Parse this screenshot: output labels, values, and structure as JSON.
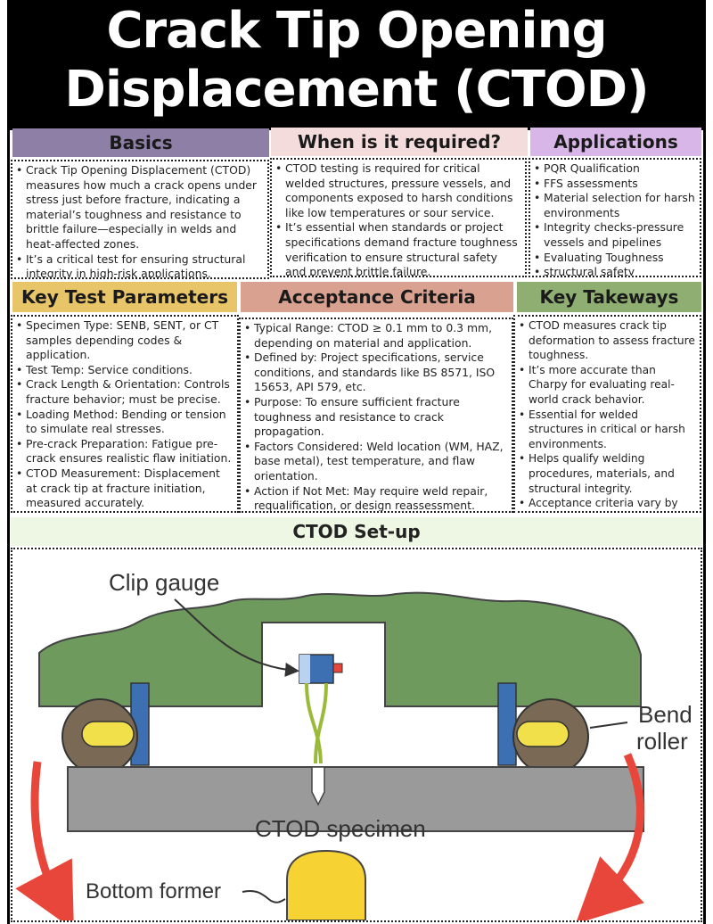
{
  "title": {
    "line1": "Crack Tip Opening",
    "line2": "Displacement (CTOD)"
  },
  "colors": {
    "basics": "#8e7fa6",
    "when_required": "#f4dcdc",
    "applications": "#d8b6e8",
    "key_params": "#e8c569",
    "acceptance": "#d9a190",
    "takeaways": "#8fae72",
    "setup": "#eef6e4",
    "fixture": "#6f9a5e",
    "specimen": "#9a9a9a",
    "roller": "#7a6a55",
    "pin": "#f2e04a",
    "post": "#3d6fb3",
    "arrow": "#e8463a"
  },
  "sections": {
    "basics": {
      "heading": "Basics",
      "items": [
        "Crack Tip Opening Displacement (CTOD) measures how much a crack opens under stress just before fracture, indicating a material’s toughness and resistance to brittle failure—especially in welds and heat-affected zones.",
        "It’s a critical test for ensuring structural integrity in high-risk applications."
      ]
    },
    "when_required": {
      "heading": "When is it required?",
      "items": [
        "CTOD testing is required for critical welded structures, pressure vessels, and components exposed to harsh conditions like low temperatures or sour service.",
        "It’s essential when standards or project specifications demand fracture toughness verification to ensure structural safety and prevent brittle failure."
      ]
    },
    "applications": {
      "heading": "Applications",
      "items": [
        "PQR Qualification",
        "FFS assessments",
        "Material selection for harsh environments",
        "Integrity checks-pressure vessels and pipelines",
        "Evaluating Toughness",
        " structural safety"
      ]
    },
    "key_params": {
      "heading": "Key Test Parameters",
      "items": [
        "Specimen Type: SENB, SENT, or CT samples depending  codes & application.",
        "Test Temp: Service conditions.",
        "Crack Length & Orientation: Controls fracture behavior; must be precise.",
        "Loading Method: Bending or tension to simulate real stresses.",
        "Pre-crack Preparation: Fatigue pre-crack ensures realistic flaw initiation.",
        "CTOD Measurement: Displacement at crack tip at fracture initiation, measured accurately."
      ]
    },
    "acceptance": {
      "heading": "Acceptance Criteria",
      "items": [
        "Typical Range: CTOD ≥ 0.1 mm to 0.3 mm, depending on material and application.",
        "Defined by: Project specifications, service conditions, and standards like BS 8571, ISO 15653, API 579, etc.",
        "Purpose: To ensure sufficient fracture toughness and resistance to crack propagation.",
        "Factors Considered: Weld location (WM, HAZ, base metal), test temperature, and flaw orientation.",
        "Action if Not Met: May require weld repair, requalification, or design reassessment."
      ]
    },
    "takeaways": {
      "heading": "Key Takeways",
      "items": [
        "CTOD measures crack tip deformation to assess fracture toughness.",
        "It’s more accurate than Charpy for evaluating real-world crack behavior.",
        "Essential for welded structures in critical or harsh environments.",
        "Helps qualify welding procedures, materials, and structural integrity.",
        "Acceptance criteria vary by code, material, and service condition."
      ]
    }
  },
  "setup": {
    "heading": "CTOD Set-up",
    "labels": {
      "clip_gauge": "Clip gauge",
      "bend_roller_1": "Bend",
      "bend_roller_2": "roller",
      "specimen": "CTOD specimen",
      "bottom_former": "Bottom former"
    }
  }
}
